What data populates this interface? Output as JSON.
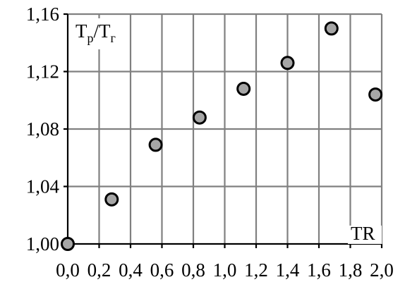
{
  "chart_data": {
    "type": "scatter",
    "title": "",
    "xlabel": "TR",
    "ylabel": {
      "main_1": "T",
      "sub_1": "р",
      "slash": "/",
      "main_2": "T",
      "sub_2": "г"
    },
    "xlim": [
      0.0,
      2.0
    ],
    "ylim": [
      1.0,
      1.16
    ],
    "x_ticks": [
      "0,0",
      "0,2",
      "0,4",
      "0,6",
      "0,8",
      "1,0",
      "1,2",
      "1,4",
      "1,6",
      "1,8",
      "2,0"
    ],
    "x_tick_values": [
      0.0,
      0.2,
      0.4,
      0.6,
      0.8,
      1.0,
      1.2,
      1.4,
      1.6,
      1.8,
      2.0
    ],
    "y_ticks": [
      "1,00",
      "1,04",
      "1,08",
      "1,12",
      "1,16"
    ],
    "y_tick_values": [
      1.0,
      1.04,
      1.08,
      1.12,
      1.16
    ],
    "grid": true,
    "legend": "none",
    "marker_fill": "#a6a6a6",
    "marker_edge": "#000000",
    "grid_color": "#808080",
    "points": [
      {
        "x": 0.0,
        "y": 1.0
      },
      {
        "x": 0.28,
        "y": 1.031
      },
      {
        "x": 0.56,
        "y": 1.069
      },
      {
        "x": 0.84,
        "y": 1.088
      },
      {
        "x": 1.12,
        "y": 1.108
      },
      {
        "x": 1.4,
        "y": 1.126
      },
      {
        "x": 1.68,
        "y": 1.15
      },
      {
        "x": 1.96,
        "y": 1.104
      }
    ]
  }
}
